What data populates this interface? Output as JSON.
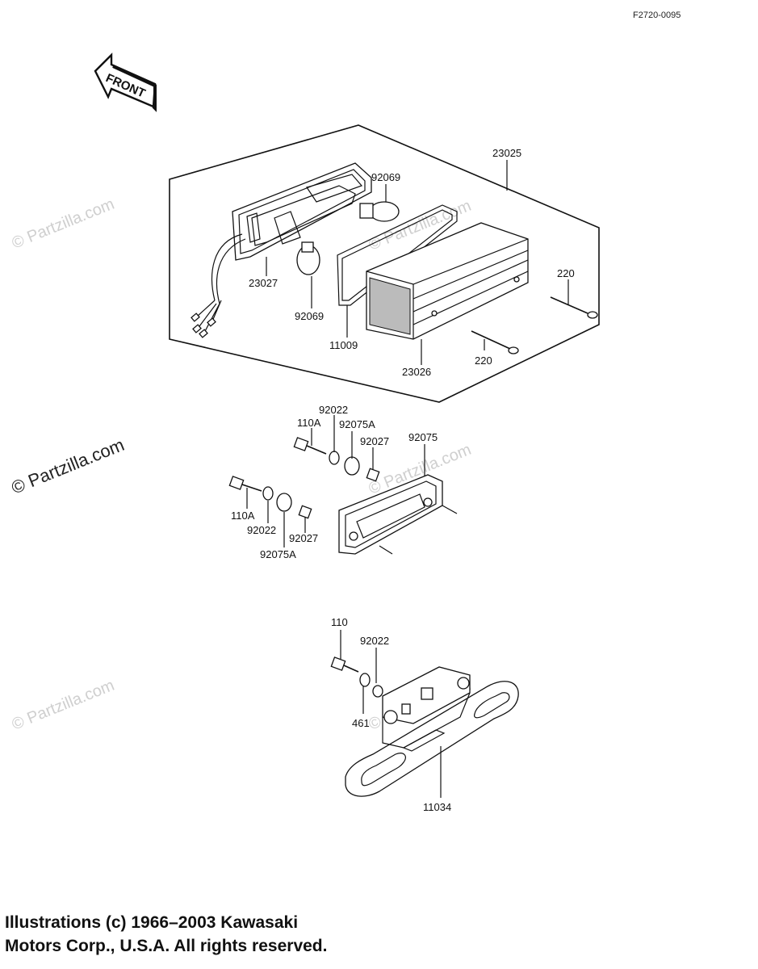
{
  "drawing_id": "F2720-0095",
  "front_arrow_label": "FRONT",
  "watermark_text": "© Partzilla.com",
  "part_labels": {
    "p23025": "23025",
    "p92069a": "92069",
    "p92069b": "92069",
    "p23027": "23027",
    "p220a": "220",
    "p220b": "220",
    "p11009": "11009",
    "p23026": "23026",
    "p92022a": "92022",
    "p110Aa": "110A",
    "p92075Aa": "92075A",
    "p92027a": "92027",
    "p92075": "92075",
    "p110Ab": "110A",
    "p92022b": "92022",
    "p92027b": "92027",
    "p92075Ab": "92075A",
    "p110": "110",
    "p92022c": "92022",
    "p461": "461",
    "p11034": "11034"
  },
  "copyright": {
    "line1": "Illustrations (c) 1966–2003 Kawasaki",
    "line2": "Motors Corp., U.S.A.  All rights reserved."
  }
}
